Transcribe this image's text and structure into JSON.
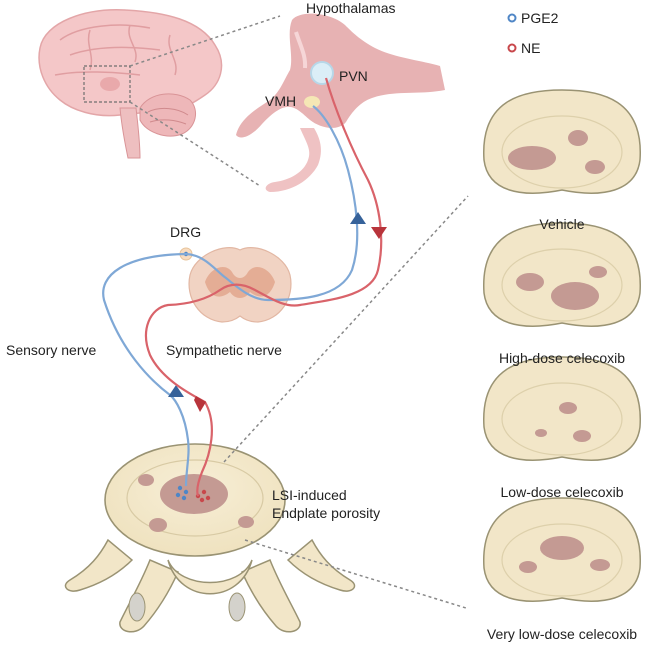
{
  "labels": {
    "hypothalamus": "Hypothalamas",
    "pvn": "PVN",
    "vmh": "VMH",
    "drg": "DRG",
    "sensory_nerve": "Sensory nerve",
    "sympathetic_nerve": "Sympathetic nerve",
    "lsi_line1": "LSI-induced",
    "lsi_line2": "Endplate porosity"
  },
  "legend": [
    {
      "label": "PGE2",
      "color": "#4f86c6"
    },
    {
      "label": "NE",
      "color": "#c8474b"
    }
  ],
  "panels": [
    {
      "label": "Vehicle"
    },
    {
      "label": "High-dose celecoxib"
    },
    {
      "label": "Low-dose celecoxib"
    },
    {
      "label": "Very low-dose celecoxib"
    }
  ],
  "colors": {
    "sensory": "#7fa8d6",
    "sympathetic": "#d9636a",
    "vertebra_fill": "#f2e6c8",
    "vertebra_stroke": "#9a9373",
    "porosity": "#c49a93",
    "brain": "#f4c7c8",
    "hypothalamus_tissue": "#e7b2b3"
  }
}
